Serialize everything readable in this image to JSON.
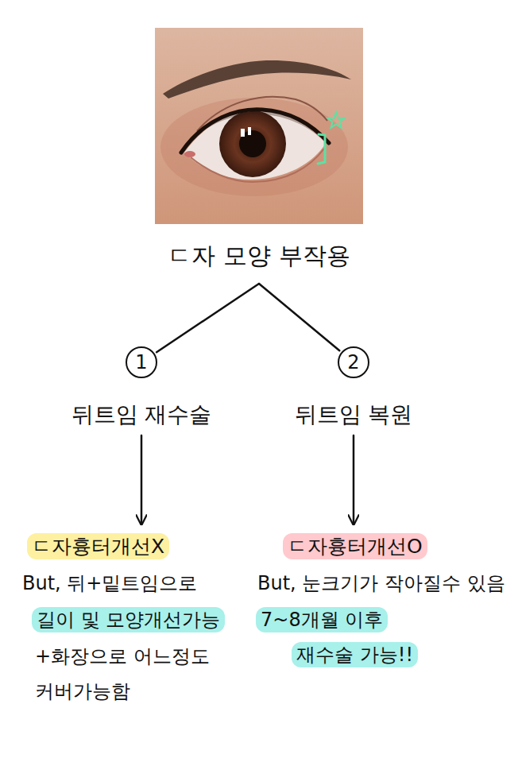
{
  "diagram": {
    "nodes": [
      {
        "text": [
          "ㄷ자 모양 부작용"
        ]
      },
      {
        "text": [
          "1",
          "뒤트임 재수술"
        ]
      },
      {
        "text": [
          "2",
          "뒤트임 복원"
        ]
      },
      {
        "text": [
          "ㄷ자흉터개선X",
          "But, 뒤+밑트임으로",
          "길이 및 모양개선가능",
          "+화장으로 어느정도 커버가능함"
        ]
      },
      {
        "text": [
          "ㄷ자흉터개선O",
          "But, 눈크기가 작아질수 있음",
          "7~8개월 이후 재수술 가능!!"
        ]
      }
    ],
    "edges": [
      {
        "from": 0,
        "to": 1,
        "arrow": "none"
      },
      {
        "from": 0,
        "to": 2,
        "arrow": "none"
      },
      {
        "from": 1,
        "to": 3,
        "arrow": "to"
      },
      {
        "from": 2,
        "to": 4,
        "arrow": "to"
      }
    ]
  }
}
